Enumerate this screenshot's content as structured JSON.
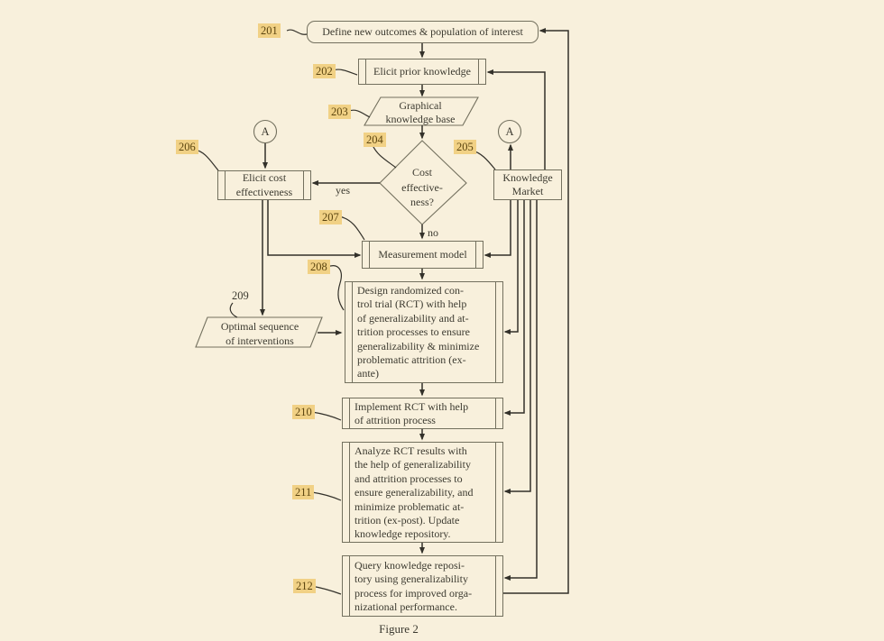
{
  "colors": {
    "bg": "#f8f0dc",
    "line": "#33312a",
    "border": "#73705e",
    "ink": "#3c3a30",
    "hl": "#f1d185",
    "hlink": "#5c450f"
  },
  "caption": "Figure 2",
  "refs": {
    "r201": "201",
    "r202": "202",
    "r203": "203",
    "r204": "204",
    "r205": "205",
    "r206": "206",
    "r207": "207",
    "r208": "208",
    "r209": "209",
    "r210": "210",
    "r211": "211",
    "r212": "212"
  },
  "edge_labels": {
    "yes": "yes",
    "no": "no"
  },
  "connectors": {
    "a_left": "A",
    "a_right": "A"
  },
  "nodes": {
    "define_outcomes": {
      "text": "Define new outcomes & population of interest"
    },
    "elicit_prior": {
      "text": "Elicit prior knowledge"
    },
    "graphical_kb": {
      "lines": [
        "Graphical",
        "knowledge base"
      ]
    },
    "cost_decision": {
      "lines": [
        "Cost",
        "effective-",
        "ness?"
      ]
    },
    "elicit_cost": {
      "lines": [
        "Elicit cost",
        "effectiveness"
      ]
    },
    "knowledge_market": {
      "lines": [
        "Knowledge",
        "Market"
      ]
    },
    "measurement_model": {
      "text": "Measurement model"
    },
    "design_rct": {
      "lines": [
        "Design randomized con-",
        "trol trial (RCT) with help",
        "of generalizability and at-",
        "trition processes to ensure",
        "generalizability & minimize",
        "problematic attrition (ex-",
        "ante)"
      ]
    },
    "optimal_sequence": {
      "lines": [
        "Optimal sequence",
        "of interventions"
      ]
    },
    "implement_rct": {
      "lines": [
        "Implement RCT with help",
        "of attrition process"
      ]
    },
    "analyze_rct": {
      "lines": [
        "Analyze RCT results with",
        "the help of generalizability",
        "and attrition processes to",
        "ensure generalizability, and",
        "minimize problematic at-",
        "trition (ex-post). Update",
        "knowledge repository."
      ]
    },
    "query_repo": {
      "lines": [
        "Query knowledge reposi-",
        "tory using generalizability",
        "process for improved orga-",
        "nizational performance."
      ]
    }
  }
}
